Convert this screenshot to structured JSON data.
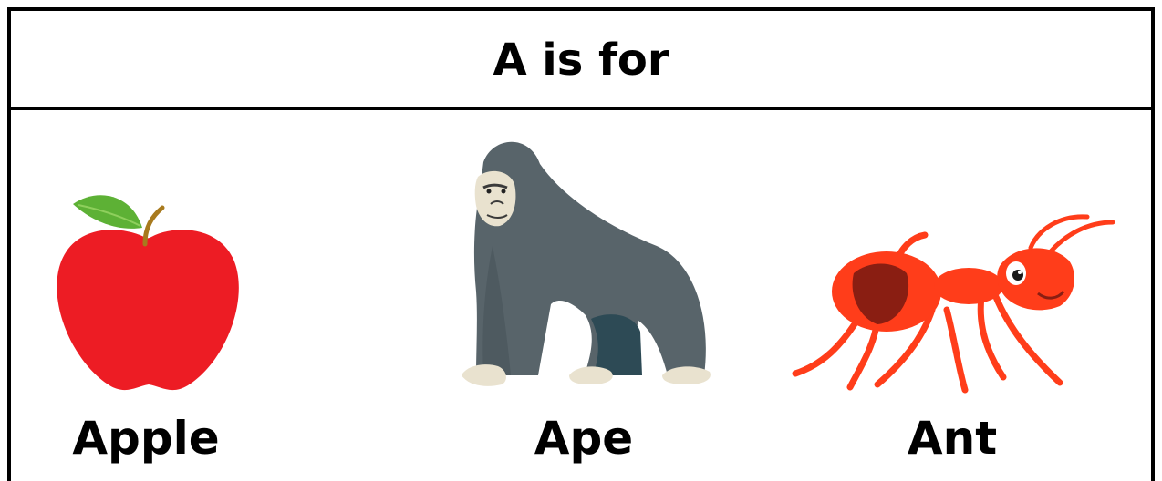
{
  "title": "A is for",
  "items": [
    {
      "label": "Apple",
      "icon": "apple-icon"
    },
    {
      "label": "Ape",
      "icon": "ape-icon"
    },
    {
      "label": "Ant",
      "icon": "ant-icon"
    }
  ],
  "colors": {
    "border": "#000000",
    "apple_red": "#ED1C24",
    "leaf_green": "#5DB135",
    "stem_brown": "#A87A1E",
    "ape_gray": "#58646A",
    "ape_dark": "#2D4A55",
    "ape_skin": "#E9E2CF",
    "ant_red": "#FF3D1A",
    "ant_dark": "#8A1E12"
  }
}
